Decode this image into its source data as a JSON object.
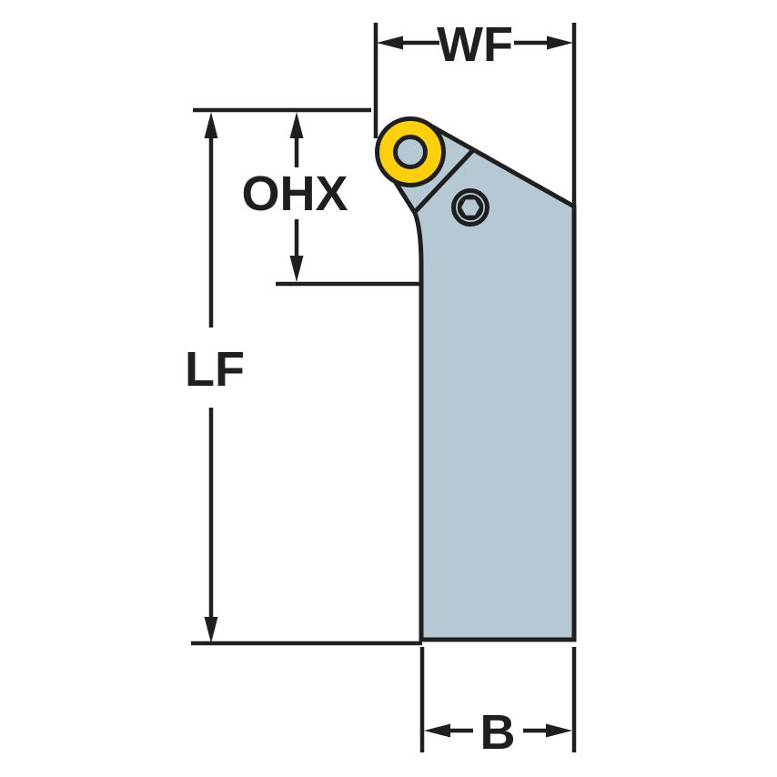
{
  "diagram": {
    "type": "technical-dimension-drawing",
    "subject": "turning tool holder with round insert",
    "labels": {
      "wf": "WF",
      "ohx": "OHX",
      "lf": "LF",
      "b": "B"
    },
    "colors": {
      "body_fill": "#b5c8d4",
      "insert_fill": "#fcd00d",
      "line": "#1f1f1f",
      "background": "#ffffff"
    }
  }
}
